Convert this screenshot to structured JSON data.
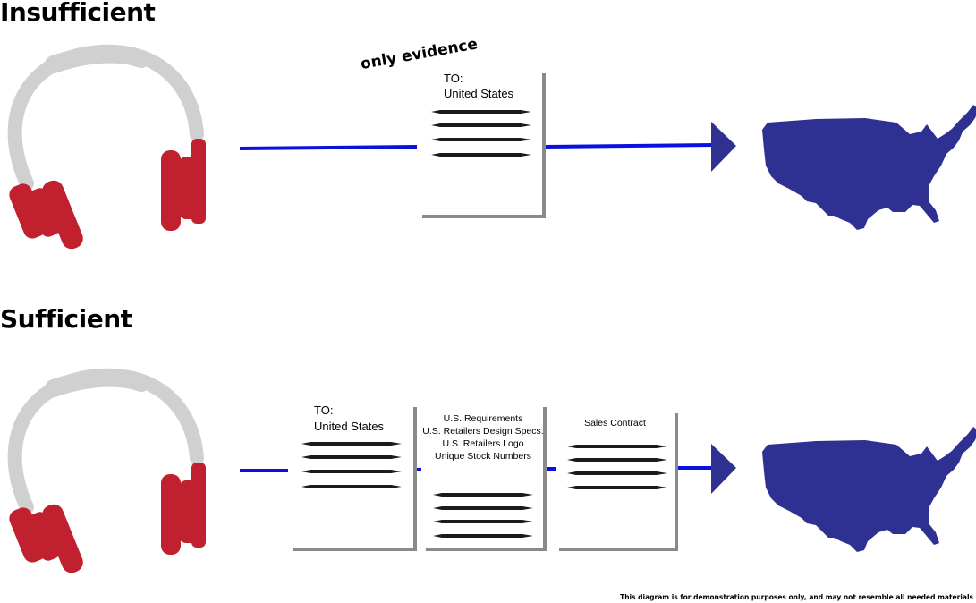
{
  "insufficient": {
    "title": "Insufficient",
    "annotation": "only evidence",
    "document": {
      "to_label": "TO:",
      "to_value": "United States"
    }
  },
  "sufficient": {
    "title": "Sufficient",
    "document_1": {
      "to_label": "TO:",
      "to_value": "United States"
    },
    "document_2": {
      "lines": [
        "U.S. Requirements",
        "U.S. Retailers Design Specs.",
        "U.S. Retailers Logo",
        "Unique Stock Numbers"
      ]
    },
    "document_3": {
      "title": "Sales Contract"
    }
  },
  "footnote": "This diagram is for demonstration purposes only, and may not resemble all needed materials",
  "colors": {
    "flow_line": "#0a10e0",
    "arrow": "#2e3192",
    "map": "#2e3192",
    "headphone_band": "#d0d0d0",
    "headphone_cup": "#c1202e",
    "doc_border": "#8a8a8a",
    "text_line": "#1a1a1a"
  },
  "icons": [
    "headphones-icon",
    "usa-map-icon",
    "arrowhead-icon",
    "document-icon"
  ]
}
